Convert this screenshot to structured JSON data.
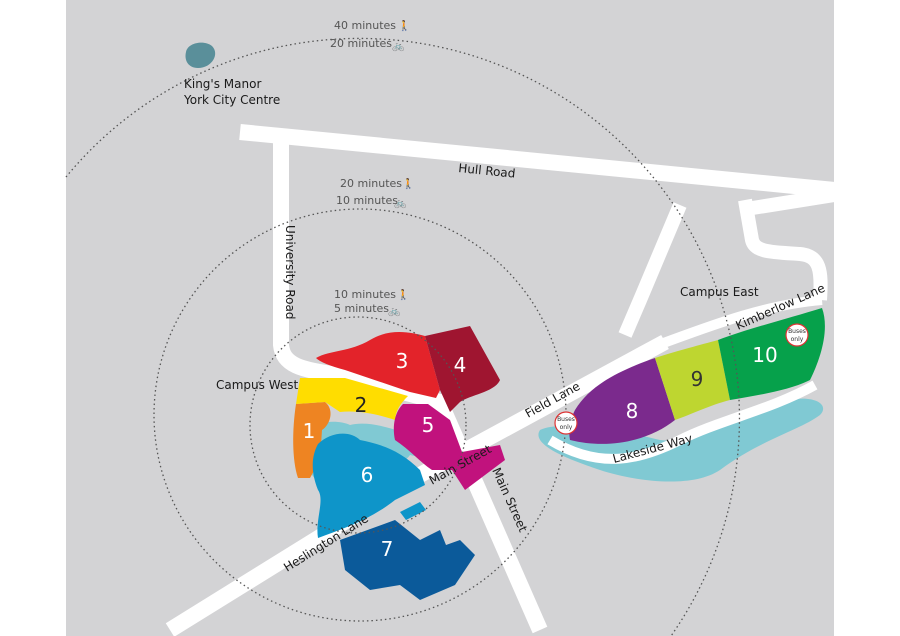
{
  "places": {
    "kings_manor": [
      "King's Manor",
      "York City Centre"
    ],
    "campus_west": "Campus West",
    "campus_east": "Campus East"
  },
  "roads": {
    "hull_road": "Hull Road",
    "university_road": "University Road",
    "main_street_1": "Main Street",
    "main_street_2": "Main Street",
    "field_lane": "Field Lane",
    "heslington_lane": "Heslington Lane",
    "lakeside_way": "Lakeside Way",
    "kimberlow_lane": "Kimberlow Lane"
  },
  "rings": [
    {
      "walk": "10 minutes",
      "cycle": "5 minutes"
    },
    {
      "walk": "20 minutes",
      "cycle": "10 minutes"
    },
    {
      "walk": "40 minutes",
      "cycle": "20 minutes"
    }
  ],
  "bus_signs": [
    [
      "Buses",
      "only"
    ],
    [
      "Buses",
      "only"
    ]
  ],
  "zones": [
    {
      "label": "1",
      "color": "#ee8422"
    },
    {
      "label": "2",
      "color": "#ffdd00"
    },
    {
      "label": "3",
      "color": "#e3232a"
    },
    {
      "label": "4",
      "color": "#9f1530"
    },
    {
      "label": "5",
      "color": "#c1127d"
    },
    {
      "label": "6",
      "color": "#0e95c9"
    },
    {
      "label": "7",
      "color": "#0b5a9a"
    },
    {
      "label": "8",
      "color": "#7b2a8d"
    },
    {
      "label": "9",
      "color": "#bed630"
    },
    {
      "label": "10",
      "color": "#06a14b"
    }
  ],
  "colors": {
    "background": "#d3d3d5",
    "water": "#80c9d3",
    "lake_city": "#5a8f9a"
  }
}
